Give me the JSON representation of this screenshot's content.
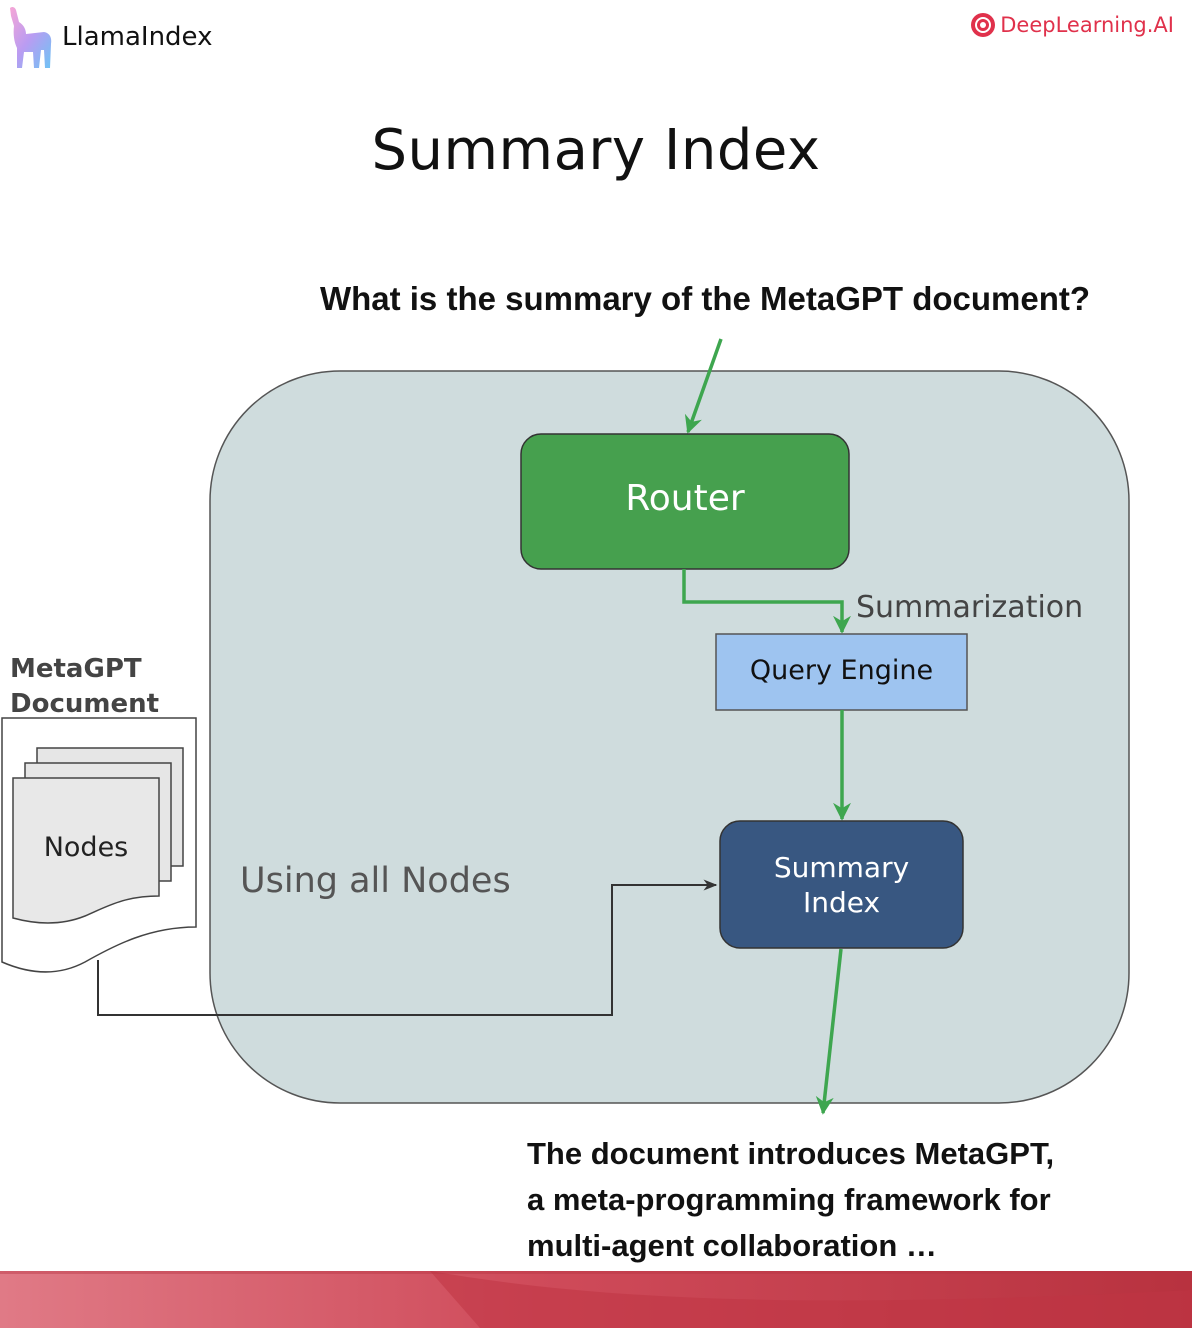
{
  "header": {
    "left_logo_text": "LlamaIndex",
    "right_logo_text": "DeepLearning.AI"
  },
  "title": "Summary Index",
  "question": "What is the summary of the MetaGPT document?",
  "document": {
    "label_lines": [
      "MetaGPT",
      "Document"
    ],
    "nodes_label": "Nodes"
  },
  "router": {
    "label": "Router"
  },
  "route_label": "Summarization",
  "query_engine": {
    "label": "Query Engine"
  },
  "summary_index": {
    "label_lines": [
      "Summary",
      "Index"
    ]
  },
  "using_label": "Using all Nodes",
  "answer": {
    "lines": [
      "The document introduces MetaGPT,",
      "a meta-programming framework for",
      "multi-agent collaboration …"
    ]
  },
  "colors": {
    "container_fill": "#cfdcdd",
    "router_fill": "#46a04e",
    "query_engine_fill": "#9ec4f0",
    "summary_index_fill": "#385781",
    "arrow_green": "#3ea64f",
    "brand_red": "#e0314b",
    "footer_band": "#c8414f"
  },
  "icons": [
    "llama-logo-icon",
    "deeplearning-ai-logo-icon",
    "document-stack-icon"
  ]
}
